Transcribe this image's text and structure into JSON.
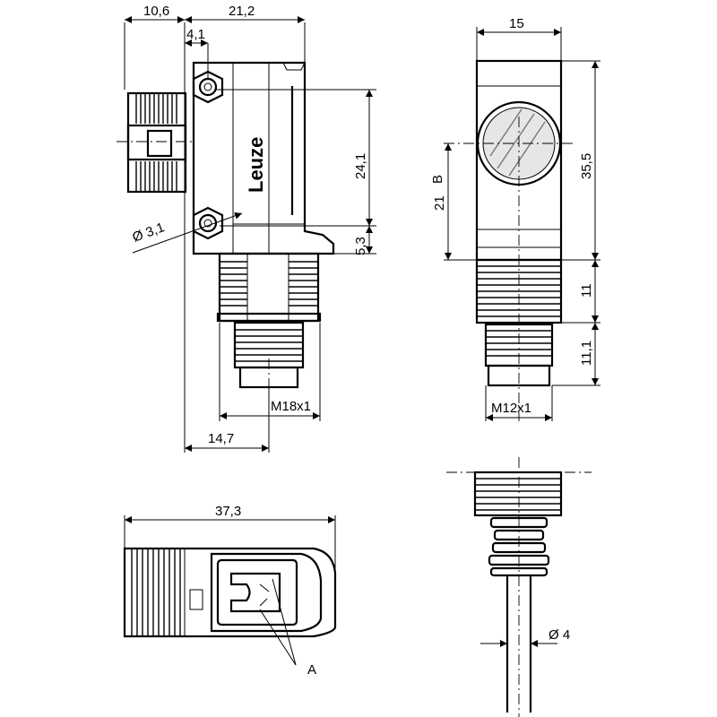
{
  "dimensions": {
    "top_left_width": "10,6",
    "top_body_width": "21,2",
    "hole_offset": "4,1",
    "hole_spacing": "24,1",
    "hole_diameter": "Ø 3,1",
    "base_offset": "5,3",
    "bottom_width": "14,7",
    "thread_left": "M18x1",
    "front_width": "15",
    "front_height": "35,5",
    "beam_height": "21",
    "beam_label": "B",
    "thread_length": "11",
    "connector_length": "11,1",
    "thread_right": "M12x1",
    "top_view_length": "37,3",
    "cable_diameter": "Ø 4",
    "callout": "A"
  },
  "branding": {
    "logo_text": "Leuze"
  }
}
